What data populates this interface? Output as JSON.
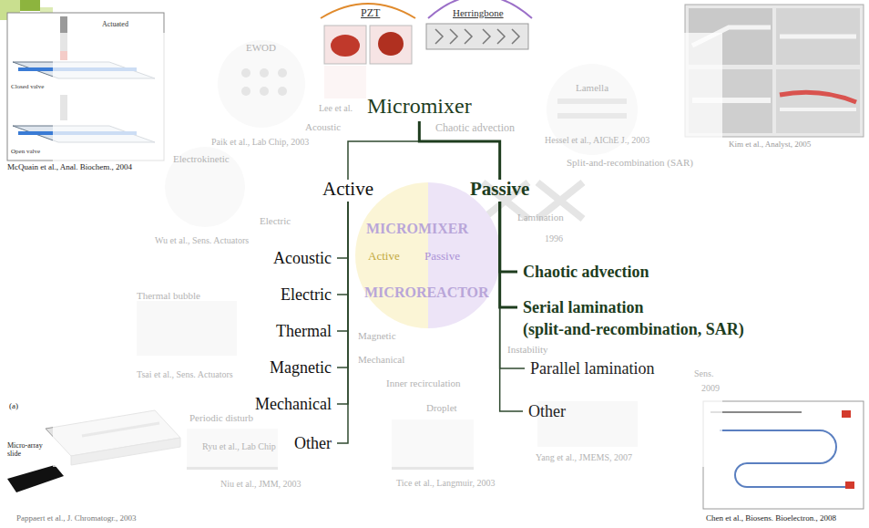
{
  "diagram": {
    "nodes": [
      {
        "text": [
          "Micromixer"
        ]
      },
      {
        "text": [
          "Active"
        ]
      },
      {
        "text": [
          "Passive"
        ]
      },
      {
        "text": [
          "Acoustic"
        ]
      },
      {
        "text": [
          "Electric"
        ]
      },
      {
        "text": [
          "Thermal"
        ]
      },
      {
        "text": [
          "Magnetic"
        ]
      },
      {
        "text": [
          "Mechanical"
        ]
      },
      {
        "text": [
          "Other"
        ]
      },
      {
        "text": [
          "Chaotic advection"
        ]
      },
      {
        "text": [
          "Serial lamination (split-and-recombination, SAR)"
        ]
      },
      {
        "text": [
          "Parallel lamination"
        ]
      },
      {
        "text": [
          "Other"
        ]
      }
    ],
    "edges": [
      {
        "from": 0,
        "to": 1,
        "arrow": "none"
      },
      {
        "from": 0,
        "to": 2,
        "arrow": "none"
      },
      {
        "from": 1,
        "to": 3,
        "arrow": "none"
      },
      {
        "from": 1,
        "to": 4,
        "arrow": "none"
      },
      {
        "from": 1,
        "to": 5,
        "arrow": "none"
      },
      {
        "from": 1,
        "to": 6,
        "arrow": "none"
      },
      {
        "from": 1,
        "to": 7,
        "arrow": "none"
      },
      {
        "from": 1,
        "to": 8,
        "arrow": "none"
      },
      {
        "from": 2,
        "to": 9,
        "arrow": "none"
      },
      {
        "from": 2,
        "to": 10,
        "arrow": "none"
      },
      {
        "from": 2,
        "to": 11,
        "arrow": "none"
      },
      {
        "from": 2,
        "to": 12,
        "arrow": "none"
      }
    ],
    "labels": [
      "PZT",
      "Herringbone",
      "EWOD",
      "Lee et al.",
      "Paik et al., Lab Chip, 2003",
      "Acoustic",
      "Chaotic advection",
      "Lamella",
      "Hessel et al., AIChE J., 2003",
      "Split-and-recombination (SAR)",
      "Electrokinetic",
      "Electric",
      "Wu et al., Sens. Actuators",
      "Lamination",
      "1996",
      "MICROMIXER",
      "Active",
      "Passive",
      "MICROREACTOR",
      "Thermal bubble",
      "Tsai et al., Sens. Actuators",
      "Magnetic",
      "Mechanical",
      "Instability",
      "Inner recirculation",
      "Droplet",
      "Periodic disturb",
      "Ryu et al., Lab Chip",
      "Niu et al., JMM, 2003",
      "Tice et al., Langmuir, 2003",
      "Yang et al., JMEMS, 2007",
      "Sens.",
      "2009",
      "Actuated",
      "Closed valve",
      "Open valve",
      "McQuain et al., Anal. Biochem., 2004",
      "Kim et al., Analyst, 2005",
      "Micro-array slide",
      "(a)",
      "Pappaert et al., J. Chromatogr., 2003",
      "Chen et al., Biosens. Bioelectron., 2008"
    ]
  }
}
